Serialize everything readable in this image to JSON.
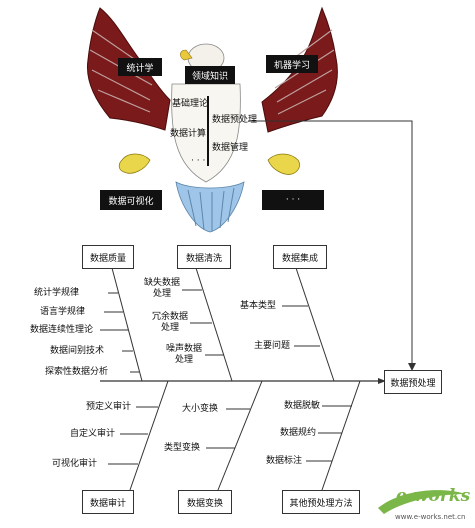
{
  "eagle": {
    "top_left": "统计学",
    "top_center": "领域知识",
    "top_right": "机器学习",
    "shield_items": [
      "基础理论",
      "数据预处理",
      "数据计算",
      "数据管理"
    ],
    "shield_dots": "· · ·",
    "bottom_left": "数据可视化",
    "bottom_right": "· · ·"
  },
  "categories": {
    "quality": "数据质量",
    "cleaning": "数据清洗",
    "integration": "数据集成",
    "audit": "数据审计",
    "transform": "数据变换",
    "other": "其他预处理方法",
    "target": "数据预处理"
  },
  "quality_items": [
    "统计学规律",
    "语言学规律",
    "数据连续性理论",
    "数据间别技术",
    "探索性数据分析"
  ],
  "cleaning_items": [
    "缺失数据处理",
    "冗余数据处理",
    "噪声数据处理"
  ],
  "integration_items": [
    "基本类型",
    "主要问题"
  ],
  "audit_items": [
    "预定义审计",
    "自定义审计",
    "可视化审计"
  ],
  "transform_items": [
    "大小变换",
    "类型变换"
  ],
  "other_items": [
    "数据脱敏",
    "数据规约",
    "数据标注"
  ],
  "watermark": {
    "big": "e-works",
    "small": "www.e-works.net.cn"
  },
  "colors": {
    "wing": "#7a1a1a",
    "wing_dark": "#4a0c0c",
    "claw": "#e9d64a",
    "tail": "#9fc6e8"
  }
}
